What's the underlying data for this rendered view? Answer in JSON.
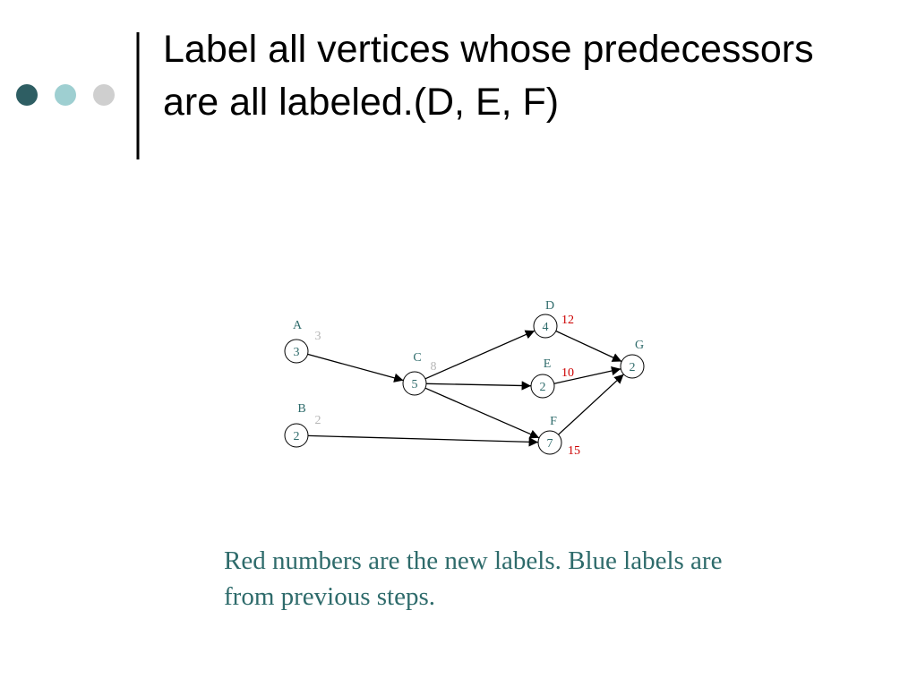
{
  "title": "Label all vertices whose predecessors are all labeled.(D, E, F)",
  "caption": "Red numbers are the new labels.  Blue labels are from previous steps.",
  "colors": {
    "title_text": "#000000",
    "dot_dark": "#2e5e63",
    "dot_teal": "#9ecfd1",
    "dot_gray": "#cfcfcf",
    "vertex_text": "#2e6b6b",
    "old_label": "#b5b5b5",
    "new_label": "#cc0000",
    "caption_text": "#2e6b6b"
  },
  "graph": {
    "vertices": [
      {
        "id": "A",
        "weight": "3",
        "label": "3",
        "label_state": "previous"
      },
      {
        "id": "B",
        "weight": "2",
        "label": "2",
        "label_state": "previous"
      },
      {
        "id": "C",
        "weight": "5",
        "label": "8",
        "label_state": "previous"
      },
      {
        "id": "D",
        "weight": "4",
        "label": "12",
        "label_state": "new"
      },
      {
        "id": "E",
        "weight": "2",
        "label": "10",
        "label_state": "new"
      },
      {
        "id": "F",
        "weight": "7",
        "label": "15",
        "label_state": "new"
      },
      {
        "id": "G",
        "weight": "2",
        "label": "",
        "label_state": "none"
      }
    ],
    "edges": [
      {
        "from": "A",
        "to": "C"
      },
      {
        "from": "C",
        "to": "D"
      },
      {
        "from": "C",
        "to": "E"
      },
      {
        "from": "C",
        "to": "F"
      },
      {
        "from": "B",
        "to": "F"
      },
      {
        "from": "D",
        "to": "G"
      },
      {
        "from": "E",
        "to": "G"
      },
      {
        "from": "F",
        "to": "G"
      }
    ]
  }
}
